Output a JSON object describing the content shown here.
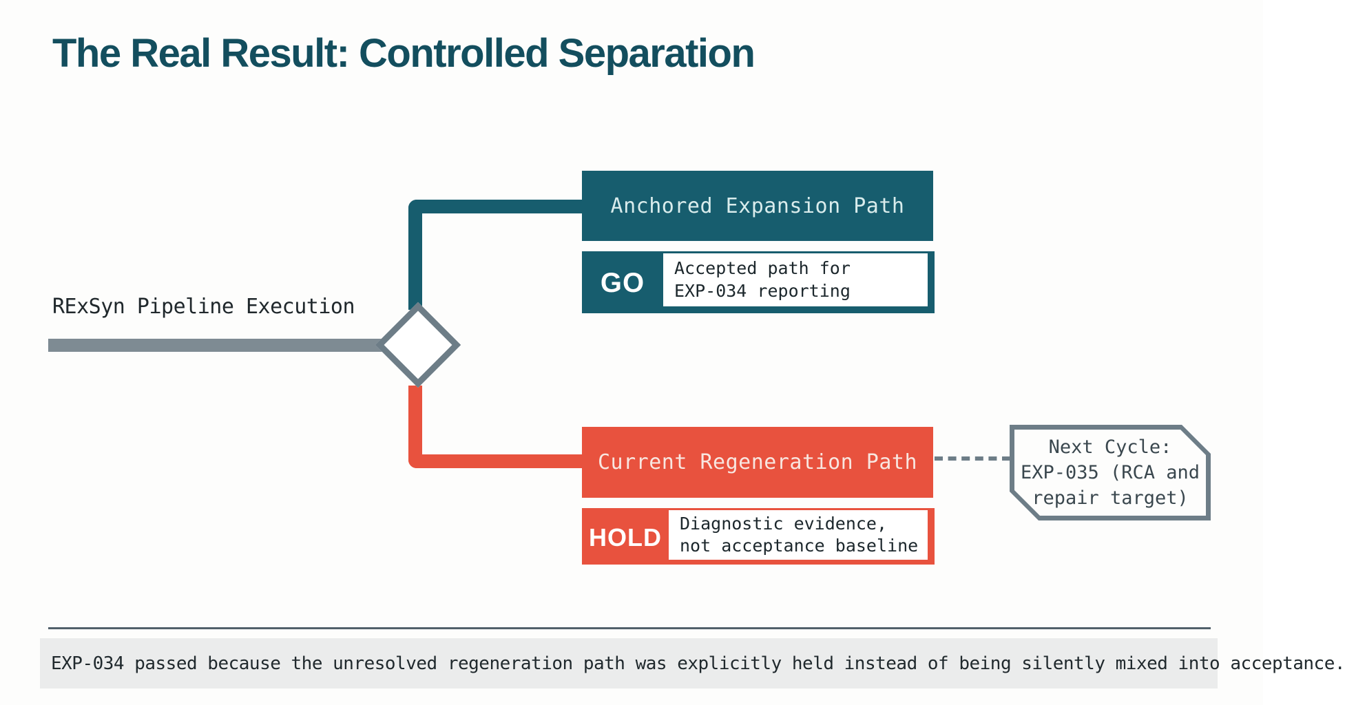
{
  "title": "The Real Result: Controlled Separation",
  "source": {
    "label": "RExSyn Pipeline Execution"
  },
  "decision": {
    "shape": "diamond-split"
  },
  "branches": {
    "top": {
      "label": "Anchored Expansion Path",
      "badge": "GO",
      "description_line1": "Accepted path for",
      "description_line2": "EXP-034 reporting",
      "color": "#175d6e"
    },
    "bottom": {
      "label": "Current Regeneration Path",
      "badge": "HOLD",
      "description_line1": "Diagnostic evidence,",
      "description_line2": "not acceptance baseline",
      "color": "#e8523e"
    }
  },
  "next_cycle": {
    "line1": "Next Cycle:",
    "line2": "EXP-035 (RCA and",
    "line3": "repair target)"
  },
  "footer": {
    "note": "EXP-034 passed because the unresolved regeneration path was explicitly held instead of being silently mixed into acceptance."
  },
  "colors": {
    "teal": "#175d6e",
    "title_teal": "#134e5e",
    "red": "#e8523e",
    "slate_outline": "#6d7d87",
    "gray_line": "#7e8b93",
    "footer_band": "#ebecec"
  }
}
